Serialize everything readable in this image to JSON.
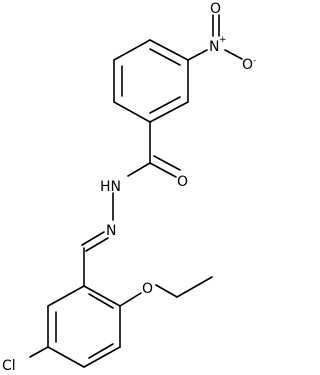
{
  "molecule": {
    "atoms": {
      "nitro_n": "N",
      "nitro_n_charge": "+",
      "nitro_o_top": "O",
      "nitro_o_right": "O",
      "nitro_o_right_charge": "-",
      "carbonyl_o": "O",
      "hydrazide_nh": "HN",
      "imine_n": "N",
      "ether_o": "O",
      "chloro": "Cl"
    }
  }
}
